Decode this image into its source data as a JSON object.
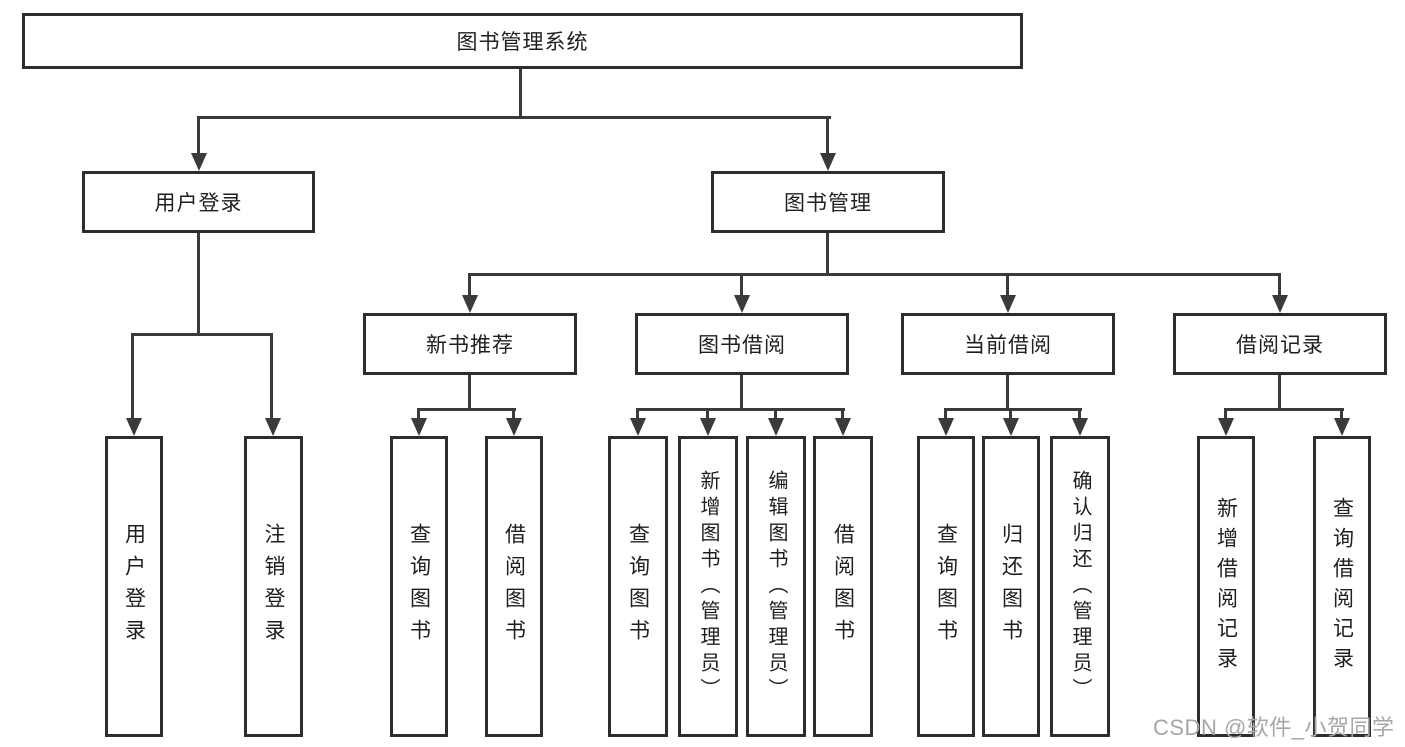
{
  "tree": {
    "root": {
      "label": "图书管理系统",
      "children": [
        {
          "label": "用户登录",
          "children": [
            {
              "label": "用户登录"
            },
            {
              "label": "注销登录"
            }
          ]
        },
        {
          "label": "图书管理",
          "children": [
            {
              "label": "新书推荐",
              "children": [
                {
                  "label": "查询图书"
                },
                {
                  "label": "借阅图书"
                }
              ]
            },
            {
              "label": "图书借阅",
              "children": [
                {
                  "label": "查询图书"
                },
                {
                  "label": "新增图书（管理员）"
                },
                {
                  "label": "编辑图书（管理员）"
                },
                {
                  "label": "借阅图书"
                }
              ]
            },
            {
              "label": "当前借阅",
              "children": [
                {
                  "label": "查询图书"
                },
                {
                  "label": "归还图书"
                },
                {
                  "label": "确认归还（管理员）"
                }
              ]
            },
            {
              "label": "借阅记录",
              "children": [
                {
                  "label": "新增借阅记录"
                },
                {
                  "label": "查询借阅记录"
                }
              ]
            }
          ]
        }
      ]
    }
  },
  "watermark": {
    "text": "CSDN @软件_小贺同学"
  },
  "colors": {
    "line": "#3a3a3a",
    "border": "#2d2d2d",
    "text": "#1f1f1f",
    "background": "#ffffff",
    "watermark": "#a6a6a6"
  }
}
